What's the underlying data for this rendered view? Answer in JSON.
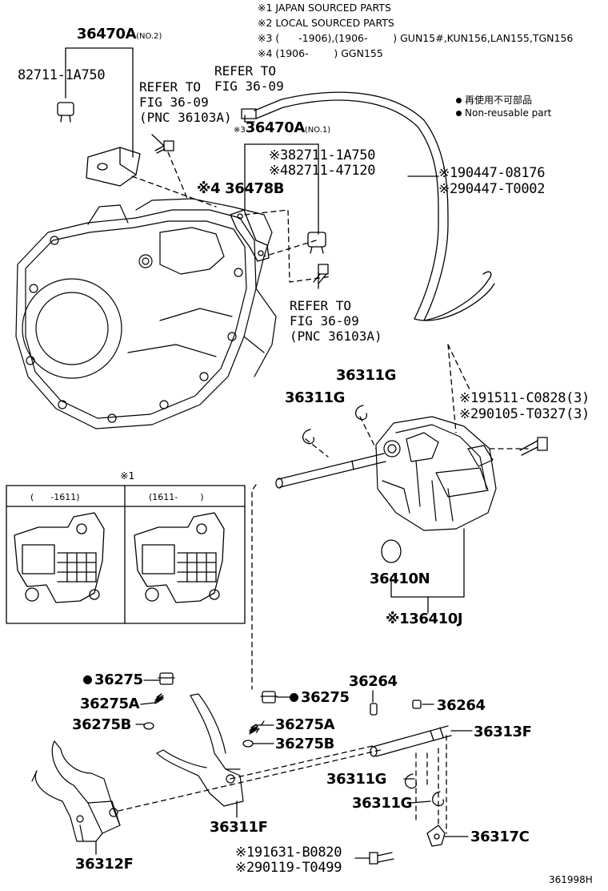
{
  "notes": {
    "n1": "※1 JAPAN SOURCED PARTS",
    "n2": "※2 LOCAL SOURCED PARTS",
    "n3": "※3 (      -1906),(1906-        ) GUN15#,KUN156,LAN155,TGN156",
    "n4": "※4 (1906-        ) GGN155"
  },
  "legend": {
    "jp": "再使用不可部品",
    "en": "Non-reusable part"
  },
  "parts": {
    "p36470A_no2": "36470A",
    "p36470A_no2_tag": "(NO.2)",
    "p82711_1A750_top": "82711-1A750",
    "p36470A_no1": "36470A",
    "p36470A_no1_tag": "(NO.1)",
    "p36470A_no1_mark": "※3",
    "p82711_1A750_mid": "※382711-1A750",
    "p82711_47120": "※482711-47120",
    "p36478B": "※4 36478B",
    "p90447_08176": "※190447-08176",
    "p90447_T0002": "※290447-T0002",
    "p36311G_a": "36311G",
    "p36311G_b": "36311G",
    "p91511": "※191511-C0828(3)",
    "p90105": "※290105-T0327(3)",
    "p36410N": "36410N",
    "p36410J": "※136410J",
    "p36275_left": "36275",
    "p36275A_left": "36275A",
    "p36275B_left": "36275B",
    "p36275_right": "36275",
    "p36275A_right": "36275A",
    "p36275B_right": "36275B",
    "p36264_left": "36264",
    "p36264_right": "36264",
    "p36313F": "36313F",
    "p36311G_c": "36311G",
    "p36311G_d": "36311G",
    "p36317C": "36317C",
    "p36311F": "36311F",
    "p36312F": "36312F",
    "p91631": "※191631-B0820",
    "p90119": "※290119-T0499"
  },
  "refs": {
    "ref_left": "REFER TO\nFIG 36-09\n(PNC 36103A)",
    "ref_top": "REFER TO\nFIG 36-09",
    "ref_mid": "REFER TO\nFIG 36-09\n(PNC 36103A)"
  },
  "inset": {
    "mark": "※1",
    "left_header": "(      -1611)",
    "right_header": "(1611-        )"
  },
  "figure_number": "361998H"
}
